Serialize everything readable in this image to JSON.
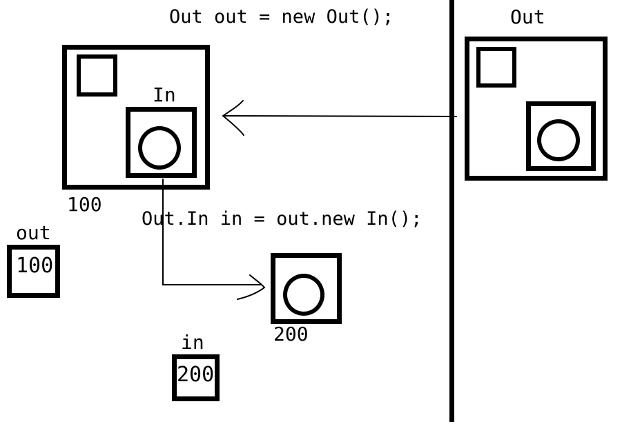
{
  "colors": {
    "ink": "#000000",
    "background": "#ffffff"
  },
  "code": {
    "outer_instantiation": "Out out = new Out();",
    "inner_instantiation": "Out.In in = out.new In();"
  },
  "class_template": {
    "label": "Out"
  },
  "outer_instance": {
    "inner_class_label": "In",
    "address": "100"
  },
  "inner_instance": {
    "address": "200"
  },
  "variables": {
    "out": {
      "name": "out",
      "value": "100"
    },
    "in": {
      "name": "in",
      "value": "200"
    }
  }
}
